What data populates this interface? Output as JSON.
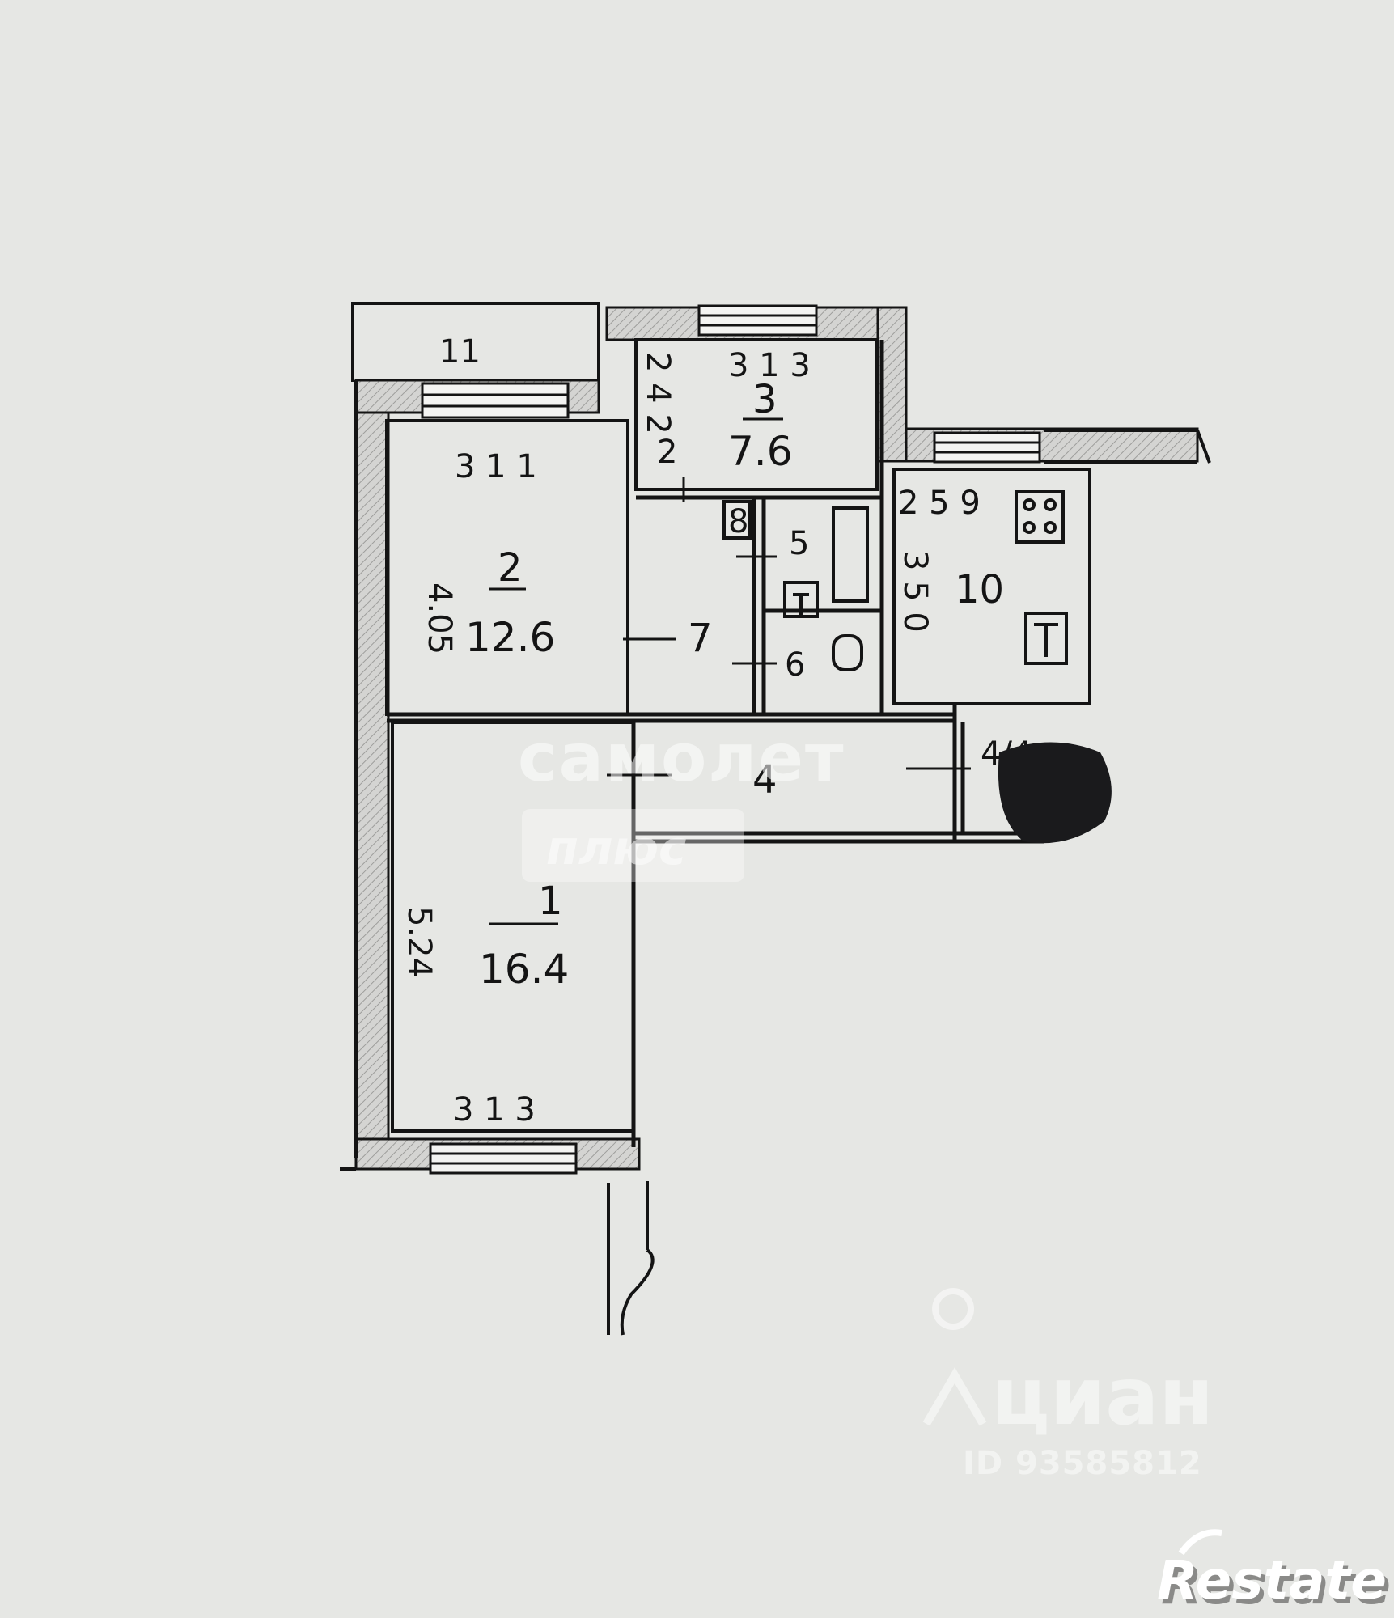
{
  "plan": {
    "balcony_label": "11",
    "rooms": [
      {
        "number": "1",
        "area": "16.4",
        "width": "3 1 3",
        "length": "5.24"
      },
      {
        "number": "2",
        "area": "12.6",
        "width": "3 1 1",
        "length": "4.05"
      },
      {
        "number": "3",
        "area": "7.6",
        "width": "3 1 3",
        "length": "2 4 2"
      },
      {
        "number": "10",
        "width": "2 5 9",
        "length": "3 5 0"
      }
    ],
    "other_labels": {
      "room_3_side": "2",
      "hall": "7",
      "bath": "5",
      "wc": "6",
      "storage": "8",
      "corridor": "4",
      "closet": "4/4"
    }
  },
  "watermarks": {
    "samolet": "самолет",
    "plus": "плюс",
    "cian": "циан",
    "cian_id": "ID 93585812",
    "restate": "Restate"
  },
  "colors": {
    "paper": "#e6e7e4",
    "ink": "#141414",
    "wall_hatch": "#bdbdbb"
  }
}
